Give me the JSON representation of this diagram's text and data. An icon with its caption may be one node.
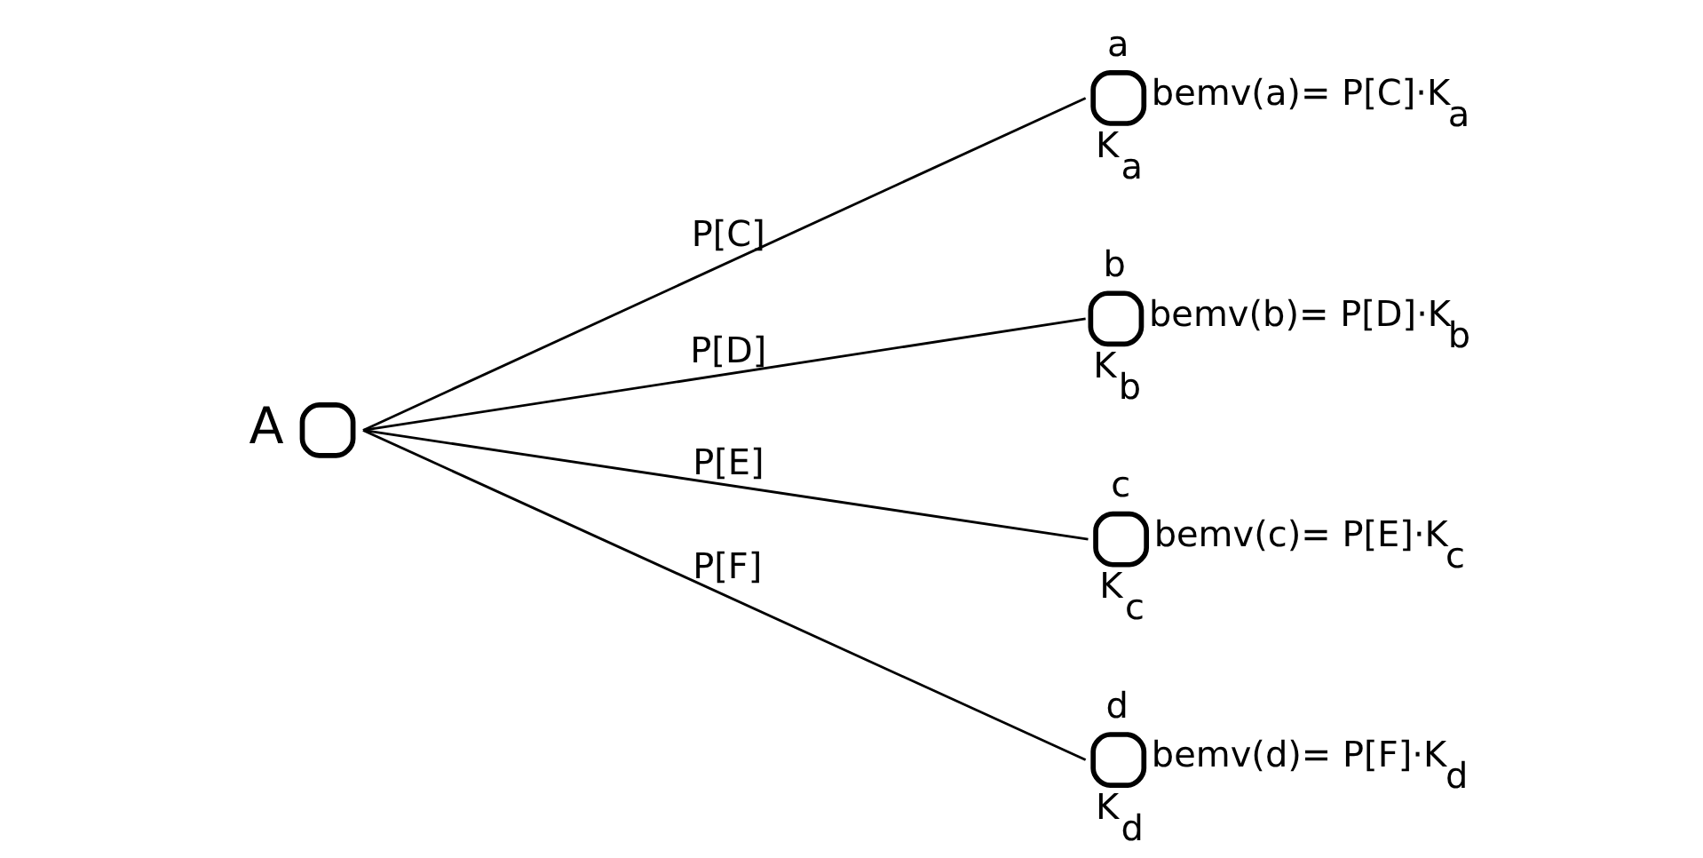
{
  "diagram": {
    "nodes": [
      {
        "text": [
          "A"
        ]
      },
      {
        "text": [
          "a",
          "K$_{a}$"
        ],
        "beside": [
          "bemv(a)= P[C]·K$_{a}$"
        ]
      },
      {
        "text": [
          "b",
          "K$_{b}$"
        ],
        "beside": [
          "bemv(b)= P[D]·K$_{b}$"
        ]
      },
      {
        "text": [
          "c",
          "K$_{c}$"
        ],
        "beside": [
          "bemv(c)= P[E]·K$_{c}$"
        ]
      },
      {
        "text": [
          "d",
          "K$_{d}$"
        ],
        "beside": [
          "bemv(d)= P[F]·K$_{d}$"
        ]
      }
    ],
    "edges": [
      {
        "from": 0,
        "to": 1,
        "arrow": "none",
        "label": "P[C]"
      },
      {
        "from": 0,
        "to": 2,
        "arrow": "none",
        "label": "P[D]"
      },
      {
        "from": 0,
        "to": 3,
        "arrow": "none",
        "label": "P[E]"
      },
      {
        "from": 0,
        "to": 4,
        "arrow": "none",
        "label": "P[F]"
      }
    ]
  }
}
